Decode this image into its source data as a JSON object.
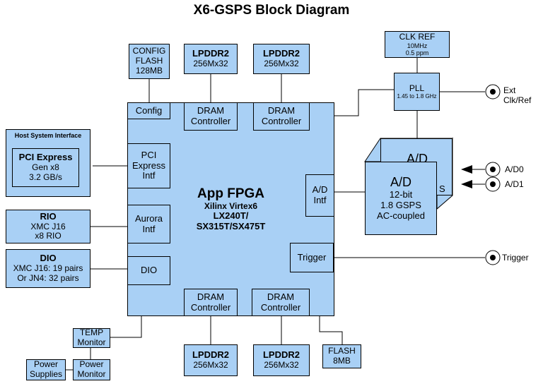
{
  "title": "X6-GSPS Block Diagram",
  "fpga": {
    "title": "App FPGA",
    "line1": "Xilinx Virtex6",
    "line2": "LX240T/",
    "line3": "SX315T/SX475T"
  },
  "config_flash": {
    "line1": "CONFIG",
    "line2": "FLASH",
    "line3": "128MB"
  },
  "config": "Config",
  "lpddr_top_left": {
    "name": "LPDDR2",
    "size": "256Mx32"
  },
  "lpddr_top_right": {
    "name": "LPDDR2",
    "size": "256Mx32"
  },
  "lpddr_bottom_left": {
    "name": "LPDDR2",
    "size": "256Mx32"
  },
  "lpddr_bottom_right": {
    "name": "LPDDR2",
    "size": "256Mx32"
  },
  "dram_top_left": {
    "line1": "DRAM",
    "line2": "Controller"
  },
  "dram_top_right": {
    "line1": "DRAM",
    "line2": "Controller"
  },
  "dram_bottom_left": {
    "line1": "DRAM",
    "line2": "Controller"
  },
  "dram_bottom_right": {
    "line1": "DRAM",
    "line2": "Controller"
  },
  "clk_ref": {
    "line1": "CLK REF",
    "line2": "10MHz",
    "line3": "0.5 ppm"
  },
  "pll": {
    "line1": "PLL",
    "line2": "1.45 to 1.8 GHz"
  },
  "ext_clk": {
    "line1": "Ext",
    "line2": "Clk/Ref"
  },
  "host_interface": {
    "title": "Host System Interface",
    "pci_title": "PCI Express",
    "pci_line1": "Gen x8",
    "pci_line2": "3.2 GB/s"
  },
  "pci_intf": {
    "line1": "PCI",
    "line2": "Express",
    "line3": "Intf"
  },
  "rio": {
    "title": "RIO",
    "line1": "XMC J16",
    "line2": "x8 RIO"
  },
  "aurora": {
    "line1": "Aurora",
    "line2": "Intf"
  },
  "dio": {
    "title": "DIO",
    "line1": "XMC J16: 19 pairs",
    "line2": "Or JN4: 32 pairs"
  },
  "dio_intf": "DIO",
  "ad_intf": {
    "line1": "A/D",
    "line2": "Intf"
  },
  "ad_back": {
    "title": "A/D",
    "line1": "S"
  },
  "ad_front": {
    "title": "A/D",
    "line1": "12-bit",
    "line2": "1.8 GSPS",
    "line3": "AC-coupled"
  },
  "ad0": "A/D0",
  "ad1": "A/D1",
  "trigger_block": "Trigger",
  "trigger_label": "Trigger",
  "temp_monitor": {
    "line1": "TEMP",
    "line2": "Monitor"
  },
  "power_supplies": {
    "line1": "Power",
    "line2": "Supplies"
  },
  "power_monitor": {
    "line1": "Power",
    "line2": "Monitor"
  },
  "flash": {
    "line1": "FLASH",
    "line2": "8MB"
  },
  "colors": {
    "block_fill": "#a9d0f5",
    "line": "#000000"
  }
}
